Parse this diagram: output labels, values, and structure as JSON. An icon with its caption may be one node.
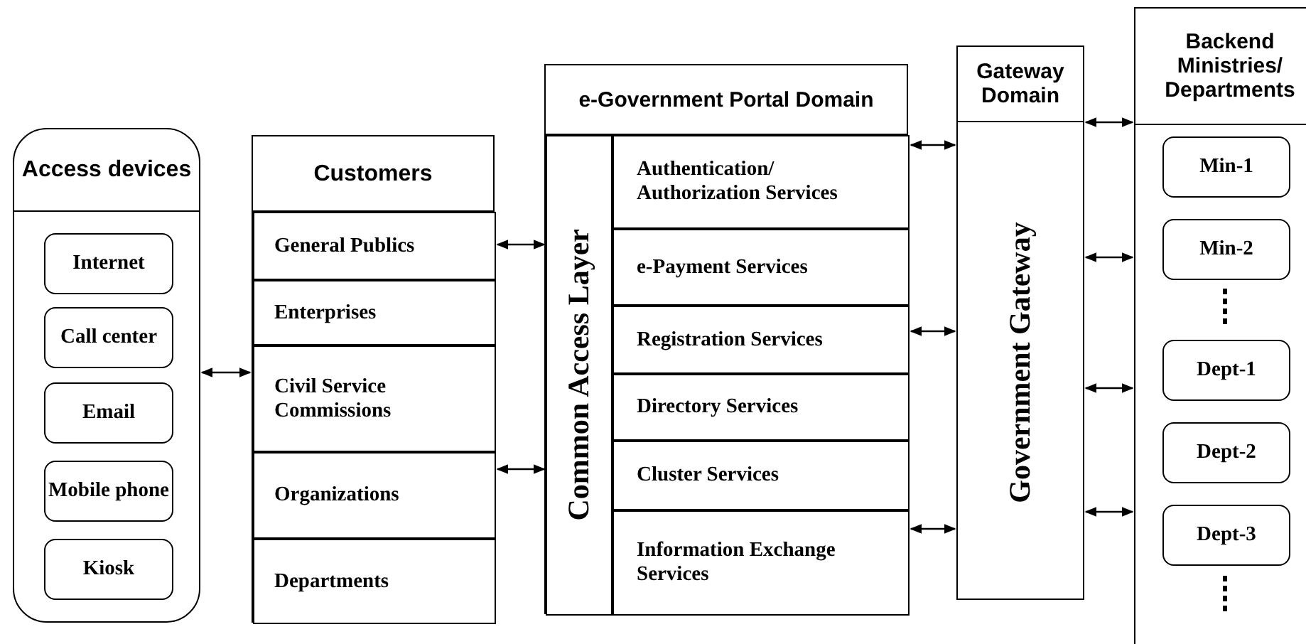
{
  "diagram": {
    "nodes": [
      {
        "text": [
          "Access devices"
        ]
      },
      {
        "text": [
          "Internet"
        ],
        "in": 0
      },
      {
        "text": [
          "Call center"
        ],
        "in": 0
      },
      {
        "text": [
          "Email"
        ],
        "in": 0
      },
      {
        "text": [
          "Mobile phone"
        ],
        "in": 0
      },
      {
        "text": [
          "Kiosk"
        ],
        "in": 0
      },
      {
        "text": [
          "Customers"
        ]
      },
      {
        "text": [
          "General Publics"
        ],
        "in": 6
      },
      {
        "text": [
          "Enterprises"
        ],
        "in": 6
      },
      {
        "text": [
          "Civil Service Commissions"
        ],
        "in": 6
      },
      {
        "text": [
          "Organizations"
        ],
        "in": 6
      },
      {
        "text": [
          "Departments"
        ],
        "in": 6
      },
      {
        "text": [
          "e-Government Portal Domain"
        ]
      },
      {
        "text": [
          "Common Access Layer"
        ],
        "in": 12
      },
      {
        "text": [
          "Authentication/ Authorization Services"
        ],
        "in": 12
      },
      {
        "text": [
          "e-Payment Services"
        ],
        "in": 12
      },
      {
        "text": [
          "Registration Services"
        ],
        "in": 12
      },
      {
        "text": [
          "Directory Services"
        ],
        "in": 12
      },
      {
        "text": [
          "Cluster Services"
        ],
        "in": 12
      },
      {
        "text": [
          "Information Exchange Services"
        ],
        "in": 12
      },
      {
        "text": [
          "Gateway Domain",
          "Government Gateway"
        ]
      },
      {
        "text": [
          "Backend Ministries/ Departments"
        ]
      },
      {
        "text": [
          "Min-1"
        ],
        "in": 21
      },
      {
        "text": [
          "Min-2"
        ],
        "in": 21
      },
      {
        "text": [
          "Dept-1"
        ],
        "in": 21
      },
      {
        "text": [
          "Dept-2"
        ],
        "in": 21
      },
      {
        "text": [
          "Dept-3"
        ],
        "in": 21
      }
    ],
    "edges": [
      {
        "from": 0,
        "to": 6,
        "arrow": "both"
      },
      {
        "from": 7,
        "to": 13,
        "arrow": "both"
      },
      {
        "from": 10,
        "to": 13,
        "arrow": "both"
      },
      {
        "from": 14,
        "to": 20,
        "arrow": "both"
      },
      {
        "from": 16,
        "to": 20,
        "arrow": "both"
      },
      {
        "from": 19,
        "to": 20,
        "arrow": "both"
      },
      {
        "from": 20,
        "to": 21,
        "arrow": "both"
      },
      {
        "from": 20,
        "to": 21,
        "arrow": "both"
      },
      {
        "from": 20,
        "to": 21,
        "arrow": "both"
      },
      {
        "from": 20,
        "to": 21,
        "arrow": "both"
      }
    ]
  }
}
